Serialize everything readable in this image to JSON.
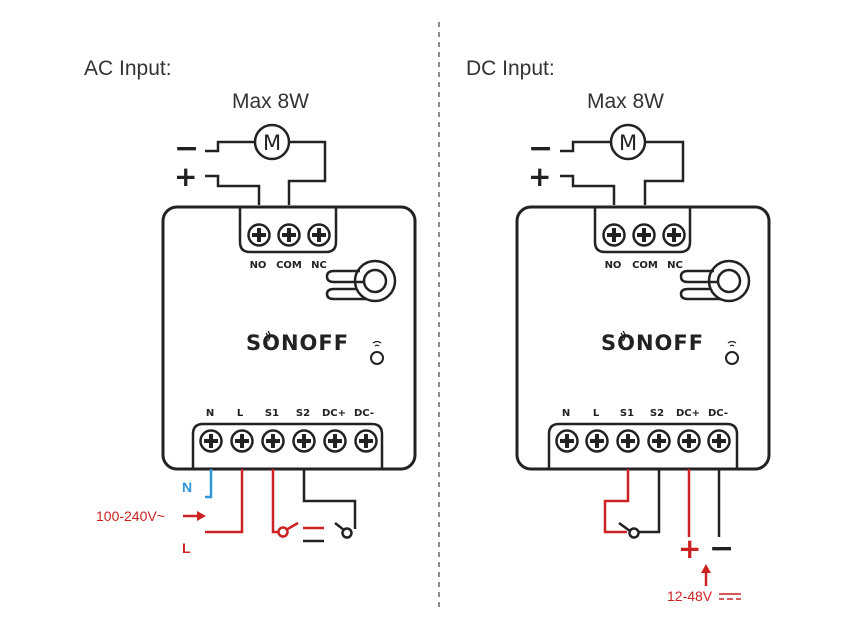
{
  "colors": {
    "red": "#cc2222",
    "blue": "#2f97d8",
    "ink": "#222222"
  },
  "ac": {
    "title": "AC Input:",
    "max_label": "Max 8W",
    "motor_letter": "M",
    "minus": "−",
    "plus": "+",
    "relay_terminals": [
      "NO",
      "COM",
      "NC"
    ],
    "brand": "SONOFF",
    "bottom_terminals": [
      "N",
      "L",
      "S1",
      "S2",
      "DC+",
      "DC-"
    ],
    "n_label": "N",
    "l_label": "L",
    "voltage": "100-240V~"
  },
  "dc": {
    "title": "DC Input:",
    "max_label": "Max 8W",
    "motor_letter": "M",
    "minus": "−",
    "plus": "+",
    "relay_terminals": [
      "NO",
      "COM",
      "NC"
    ],
    "brand": "SONOFF",
    "bottom_terminals": [
      "N",
      "L",
      "S1",
      "S2",
      "DC+",
      "DC-"
    ],
    "plus_sign": "+",
    "minus_sign": "−",
    "voltage": "12-48V"
  }
}
